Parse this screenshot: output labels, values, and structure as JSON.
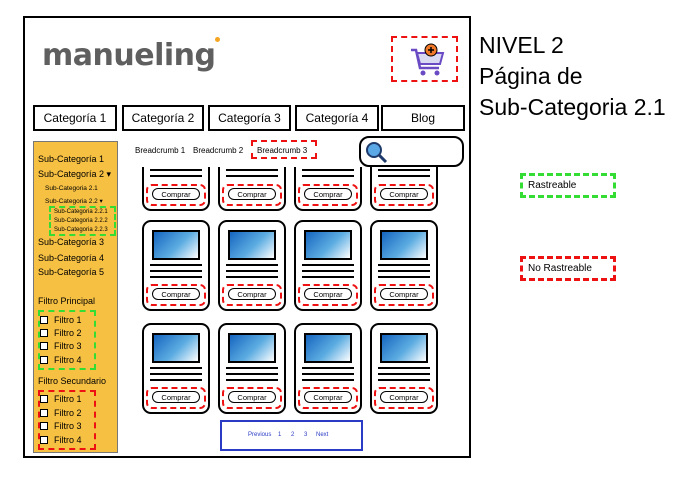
{
  "logo": {
    "text": "manueling"
  },
  "nav": [
    "Categoría 1",
    "Categoría 2",
    "Categoría 3",
    "Categoría 4",
    "Blog"
  ],
  "sidebar": {
    "subcategories_top": [
      "Sub-Categoría 1",
      "Sub-Categoría 2 ▾"
    ],
    "sub2": [
      "Sub-Categoria 2.1",
      "Sub-Categoria 2.2 ▾"
    ],
    "sub22": [
      "Sub-Categoria 2.2.1",
      "Sub-Categoria 2.2.2",
      "Sub-Categoria 2.2.3"
    ],
    "subcategories_bottom": [
      "Sub-Categoría 3",
      "Sub-Categoría 4",
      "Sub-Categoría 5"
    ],
    "filtro_principal_title": "Filtro Principal",
    "filtro_principal": [
      "Filtro 1",
      "Filtro 2",
      "Filtro 3",
      "Filtro 4"
    ],
    "filtro_secundario_title": "Filtro Secundario",
    "filtro_secundario": [
      "Filtro 1",
      "Filtro 2",
      "Filtro 3",
      "Filtro 4"
    ]
  },
  "breadcrumbs": [
    "Breadcrumb 1",
    "Breadcrumb 2",
    "Breadcrumb 3"
  ],
  "product_button_label": "Comprar",
  "pagination": {
    "previous": "Previous",
    "pages": [
      "1",
      "2",
      "3"
    ],
    "next": "Next"
  },
  "title_lines": [
    "NIVEL 2",
    "Página de",
    "Sub-Categoria 2.1"
  ],
  "legend": {
    "crawlable": "Rastreable",
    "not_crawlable": "No Rastreable"
  },
  "colors": {
    "crawlable": "#33dd33",
    "not_crawlable": "#ee1111",
    "sidebar": "#f6c043",
    "pagination": "#2a3cc5",
    "logo_dot": "#f4a623"
  },
  "icons": {
    "cart": "shopping-cart-icon",
    "search": "magnifier-icon"
  }
}
